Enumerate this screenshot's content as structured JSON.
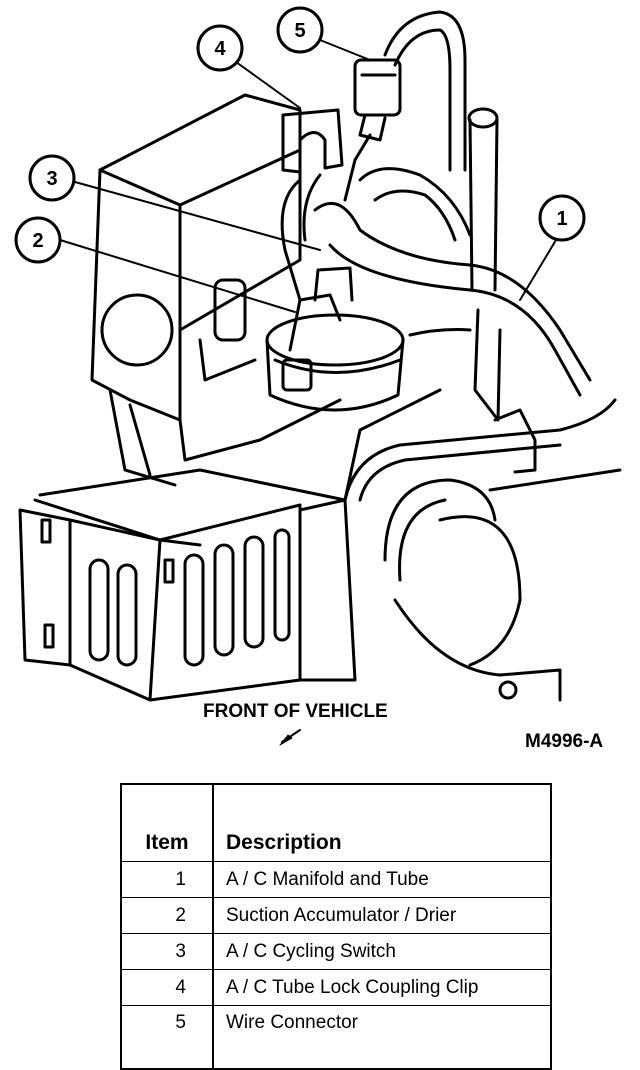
{
  "callouts": {
    "c1": "1",
    "c2": "2",
    "c3": "3",
    "c4": "4",
    "c5": "5"
  },
  "front_label": "FRONT OF VEHICLE",
  "figure_code": "M4996-A",
  "legend": {
    "header_item": "Item",
    "header_description": "Description",
    "rows": [
      {
        "item": "1",
        "description": "A / C Manifold and Tube"
      },
      {
        "item": "2",
        "description": "Suction Accumulator / Drier"
      },
      {
        "item": "3",
        "description": "A / C Cycling Switch"
      },
      {
        "item": "4",
        "description": "A / C Tube Lock Coupling Clip"
      },
      {
        "item": "5",
        "description": "Wire Connector"
      }
    ]
  }
}
